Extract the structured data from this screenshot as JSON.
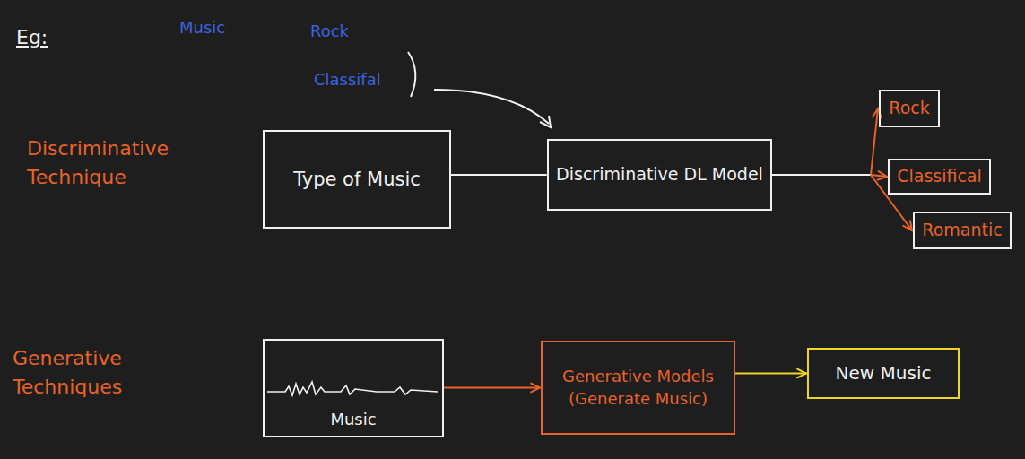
{
  "diagram": {
    "nodes": [
      {
        "text": [
          "Type of Music"
        ]
      },
      {
        "text": [
          "Discriminative DL Model"
        ]
      },
      {
        "text": [
          "Rock"
        ]
      },
      {
        "text": [
          "Classifical"
        ]
      },
      {
        "text": [
          "Romantic"
        ]
      },
      {
        "text": [
          "Music"
        ]
      },
      {
        "text": [
          "Generative Models",
          "(Generate Music)"
        ]
      },
      {
        "text": [
          "New Music"
        ]
      }
    ],
    "edges": [
      {
        "from": 0,
        "to": 1,
        "arrow": "none"
      },
      {
        "from": 1,
        "to": 2,
        "arrow": "to"
      },
      {
        "from": 1,
        "to": 3,
        "arrow": "to"
      },
      {
        "from": 1,
        "to": 4,
        "arrow": "to"
      },
      {
        "from": 5,
        "to": 6,
        "arrow": "to"
      },
      {
        "from": 6,
        "to": 7,
        "arrow": "to"
      }
    ],
    "labels": [
      "Eg:",
      "Music",
      "Rock",
      "Classifal",
      "Discriminative Technique",
      "Generative Techniques"
    ]
  }
}
